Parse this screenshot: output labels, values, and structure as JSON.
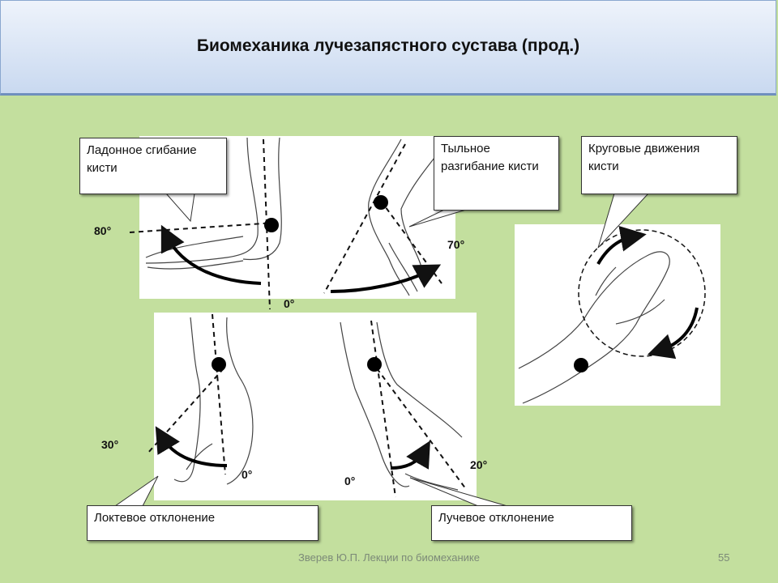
{
  "slide": {
    "title": "Биомеханика лучезапястного сустава (прод.)",
    "footer": "Зверев Ю.П. Лекции по биомеханике",
    "page_number": "55"
  },
  "callouts": {
    "palmar_flexion": "Ладонное сгибание кисти",
    "dorsal_extension": "Тыльное разгибание кисти",
    "circular": "Круговые движения кисти",
    "ulnar": "Локтевое отклонение",
    "radial": "Лучевое отклонение"
  },
  "angles": {
    "flexion": "80°",
    "zero_top": "0°",
    "extension": "70°",
    "ulnar": "30°",
    "ulnar_zero": "0°",
    "radial_zero": "0°",
    "radial": "20°"
  }
}
